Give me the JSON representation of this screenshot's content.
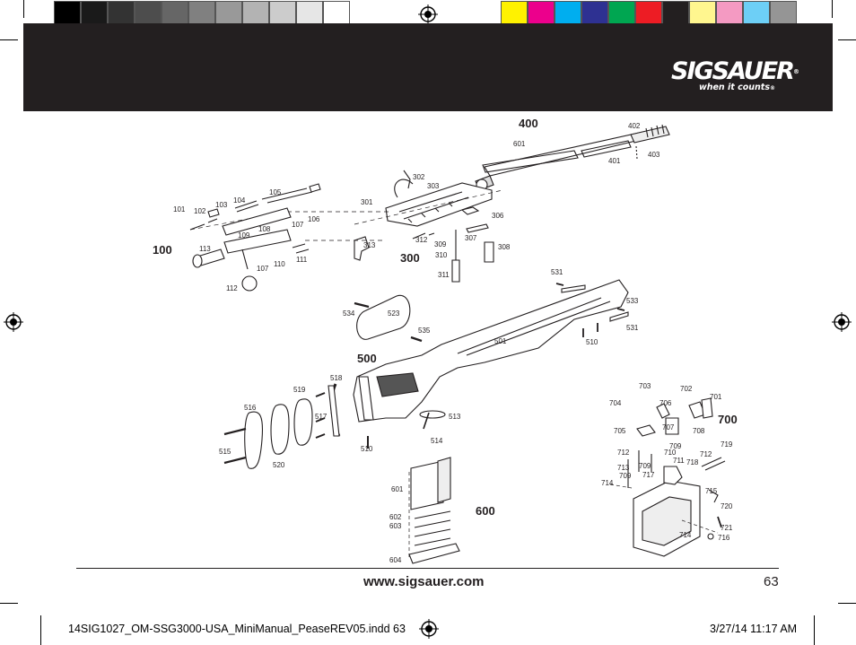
{
  "brand": {
    "logo_text": "SIGSAUER",
    "logo_mark": "®",
    "tagline": "when it counts",
    "tagline_mark": "®"
  },
  "print": {
    "swatches_left": [
      "#000000",
      "#1a1a1a",
      "#333333",
      "#4d4d4d",
      "#666666",
      "#808080",
      "#999999",
      "#b3b3b3",
      "#cccccc",
      "#e6e6e6",
      "#ffffff"
    ],
    "swatches_right": [
      "#fff200",
      "#ec008c",
      "#00aeef",
      "#2e3192",
      "#00a651",
      "#ed1c24",
      "#231f20",
      "#fff68f",
      "#f49ac2",
      "#6dcff6",
      "#959595"
    ],
    "slug_file": "14SIG1027_OM-SSG3000-USA_MiniManual_PeaseREV05.indd   63",
    "slug_date": "3/27/14   11:17 AM"
  },
  "diagram": {
    "groups": [
      "100",
      "300",
      "400",
      "500",
      "600",
      "700"
    ],
    "part_numbers": {
      "bolt_100": [
        "101",
        "102",
        "103",
        "104",
        "105",
        "106",
        "107",
        "108",
        "109",
        "110",
        "111",
        "112",
        "113",
        "107"
      ],
      "receiver_300": [
        "301",
        "302",
        "303",
        "306",
        "307",
        "308",
        "309",
        "310",
        "311",
        "312",
        "313"
      ],
      "barrel_400": [
        "401",
        "402",
        "403",
        "601"
      ],
      "stock_500": [
        "501",
        "510",
        "510",
        "513",
        "514",
        "515",
        "516",
        "517",
        "518",
        "519",
        "520",
        "523",
        "531",
        "531",
        "533",
        "534",
        "535"
      ],
      "magazine_600": [
        "601",
        "602",
        "603",
        "604"
      ],
      "trigger_700": [
        "701",
        "702",
        "703",
        "704",
        "705",
        "706",
        "707",
        "708",
        "709",
        "709",
        "709",
        "710",
        "711",
        "712",
        "712",
        "713",
        "714",
        "714",
        "715",
        "716",
        "717",
        "718",
        "719",
        "720",
        "721"
      ]
    }
  },
  "footer": {
    "url": "www.sigsauer.com",
    "page_number": "63"
  }
}
